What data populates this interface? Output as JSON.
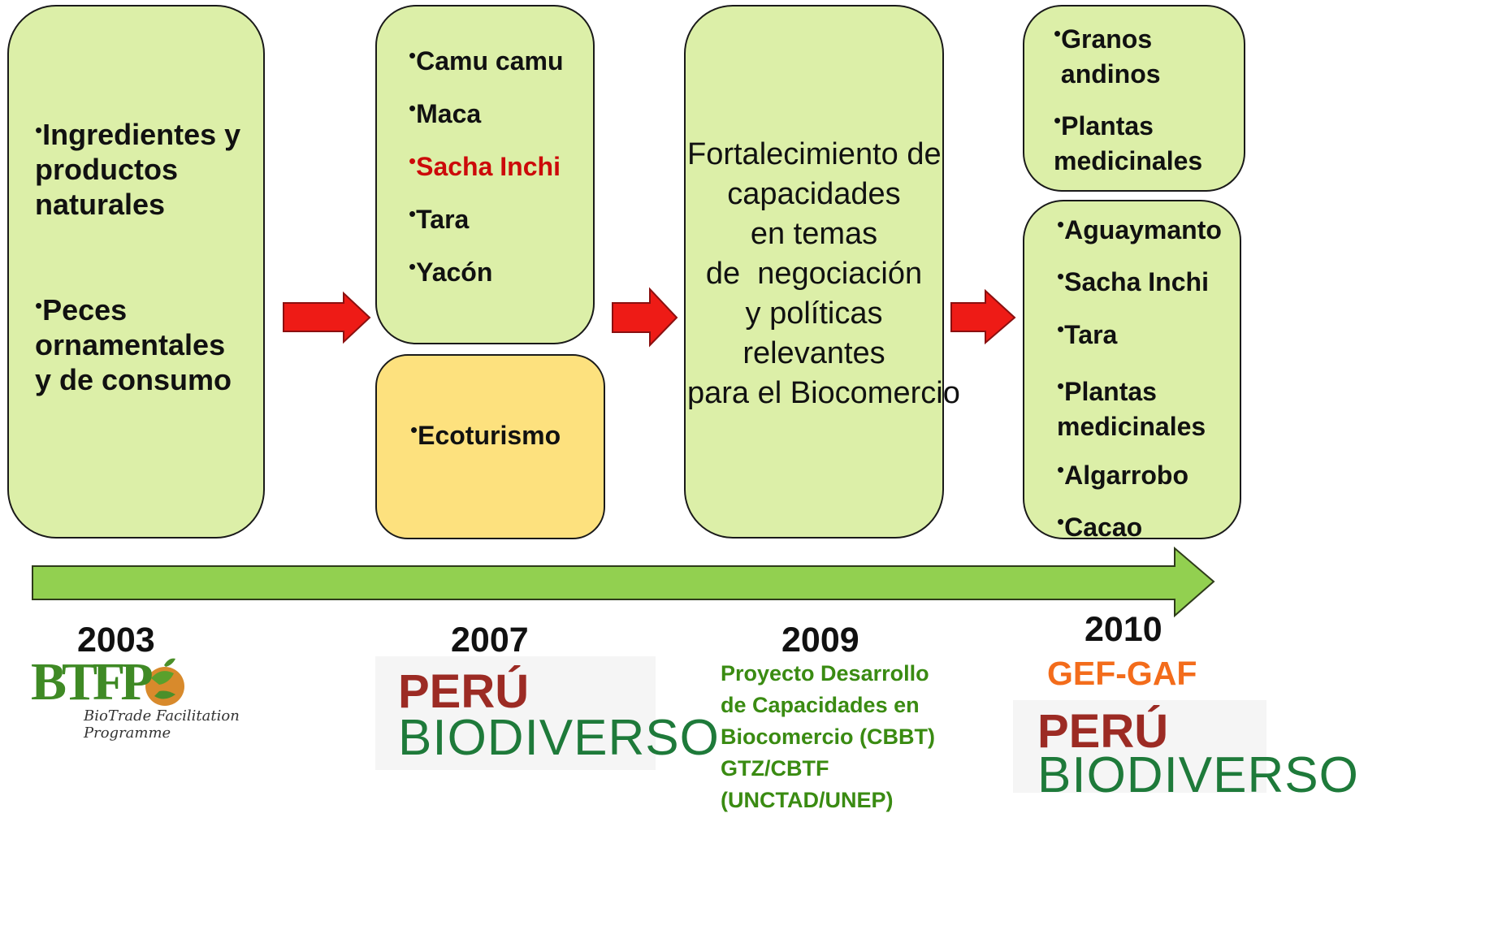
{
  "colors": {
    "box_green": "#dcefa8",
    "box_yellow": "#fde17e",
    "arrow_red": "#ee1b16",
    "timeline_green": "#92d050",
    "highlight_red": "#cc0a0a",
    "org_orange": "#f36c1b",
    "project_green": "#3a8b12",
    "peru_red": "#9c2b24",
    "biodiverso_green": "#1e7a3a"
  },
  "box1": {
    "items": [
      "Ingredientes y\nproductos\nnaturales",
      "Peces\nornamentales\ny de consumo"
    ]
  },
  "box2": {
    "items": [
      "Camu camu",
      "Maca",
      "Sacha Inchi",
      "Tara",
      "Yacón"
    ]
  },
  "box3": {
    "items": [
      "Ecoturismo"
    ]
  },
  "box4": {
    "text": "Fortalecimiento de\ncapacidades\nen temas\nde  negociación\ny políticas\nrelevantes\npara el Biocomercio"
  },
  "box5": {
    "items": [
      "Granos\n andinos",
      "Plantas\nmedicinales"
    ]
  },
  "box6": {
    "items": [
      "Aguaymanto",
      "Sacha Inchi",
      "Tara",
      "Plantas\nmedicinales",
      "Algarrobo",
      "Cacao"
    ]
  },
  "timeline": {
    "years": [
      "2003",
      "2007",
      "2009",
      "2010"
    ]
  },
  "org_2003": {
    "logo_letters": "BTFP",
    "logo_subtitle": "BioTrade Facilitation Programme"
  },
  "org_2007": {
    "logo_line1": "PERÚ",
    "logo_line2": "BIODIVERSO"
  },
  "org_2009": {
    "text": "Proyecto Desarrollo\nde Capacidades en\nBiocomercio (CBBT)\nGTZ/CBTF\n(UNCTAD/UNEP)"
  },
  "org_2010": {
    "label": "GEF-GAF",
    "logo_line1": "PERÚ",
    "logo_line2": "BIODIVERSO"
  }
}
